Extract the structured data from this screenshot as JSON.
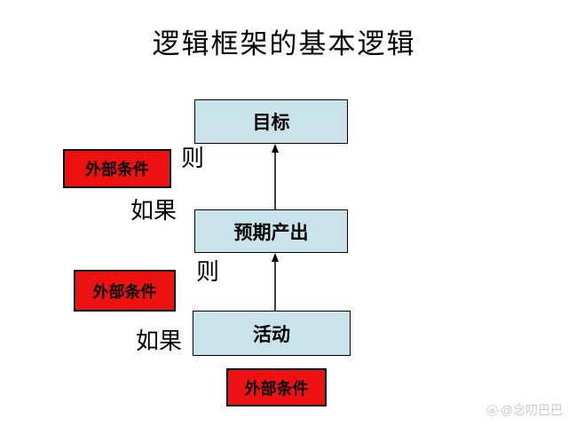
{
  "slide": {
    "title": "逻辑框架的基本逻辑",
    "background": "#ffffff",
    "watermark": {
      "icon": "mountain-badge-icon",
      "text": "@念叨巴巴"
    }
  },
  "diagram": {
    "boxes": [
      {
        "id": "goal",
        "label": "目标"
      },
      {
        "id": "expected-output",
        "label": "预期产出"
      },
      {
        "id": "activity",
        "label": "活动"
      }
    ],
    "conditions": [
      {
        "id": "external-condition-top",
        "label": "外部条件"
      },
      {
        "id": "external-condition-middle",
        "label": "外部条件"
      },
      {
        "id": "external-condition-bottom",
        "label": "外部条件"
      }
    ],
    "flow_labels": [
      {
        "id": "then-1",
        "text": "则"
      },
      {
        "id": "if-1",
        "text": "如果"
      },
      {
        "id": "then-2",
        "text": "则"
      },
      {
        "id": "if-2",
        "text": "如果"
      }
    ],
    "connectors": [
      {
        "from": "expected-output",
        "to": "goal",
        "direction": "up"
      },
      {
        "from": "activity",
        "to": "expected-output",
        "direction": "up"
      }
    ],
    "colors": {
      "box_fill": "#c8e3e9",
      "box_border": "#000000",
      "condition_fill": "#ee1111",
      "condition_border": "#000000",
      "text": "#000000",
      "watermark": "#c9c9c9"
    }
  }
}
